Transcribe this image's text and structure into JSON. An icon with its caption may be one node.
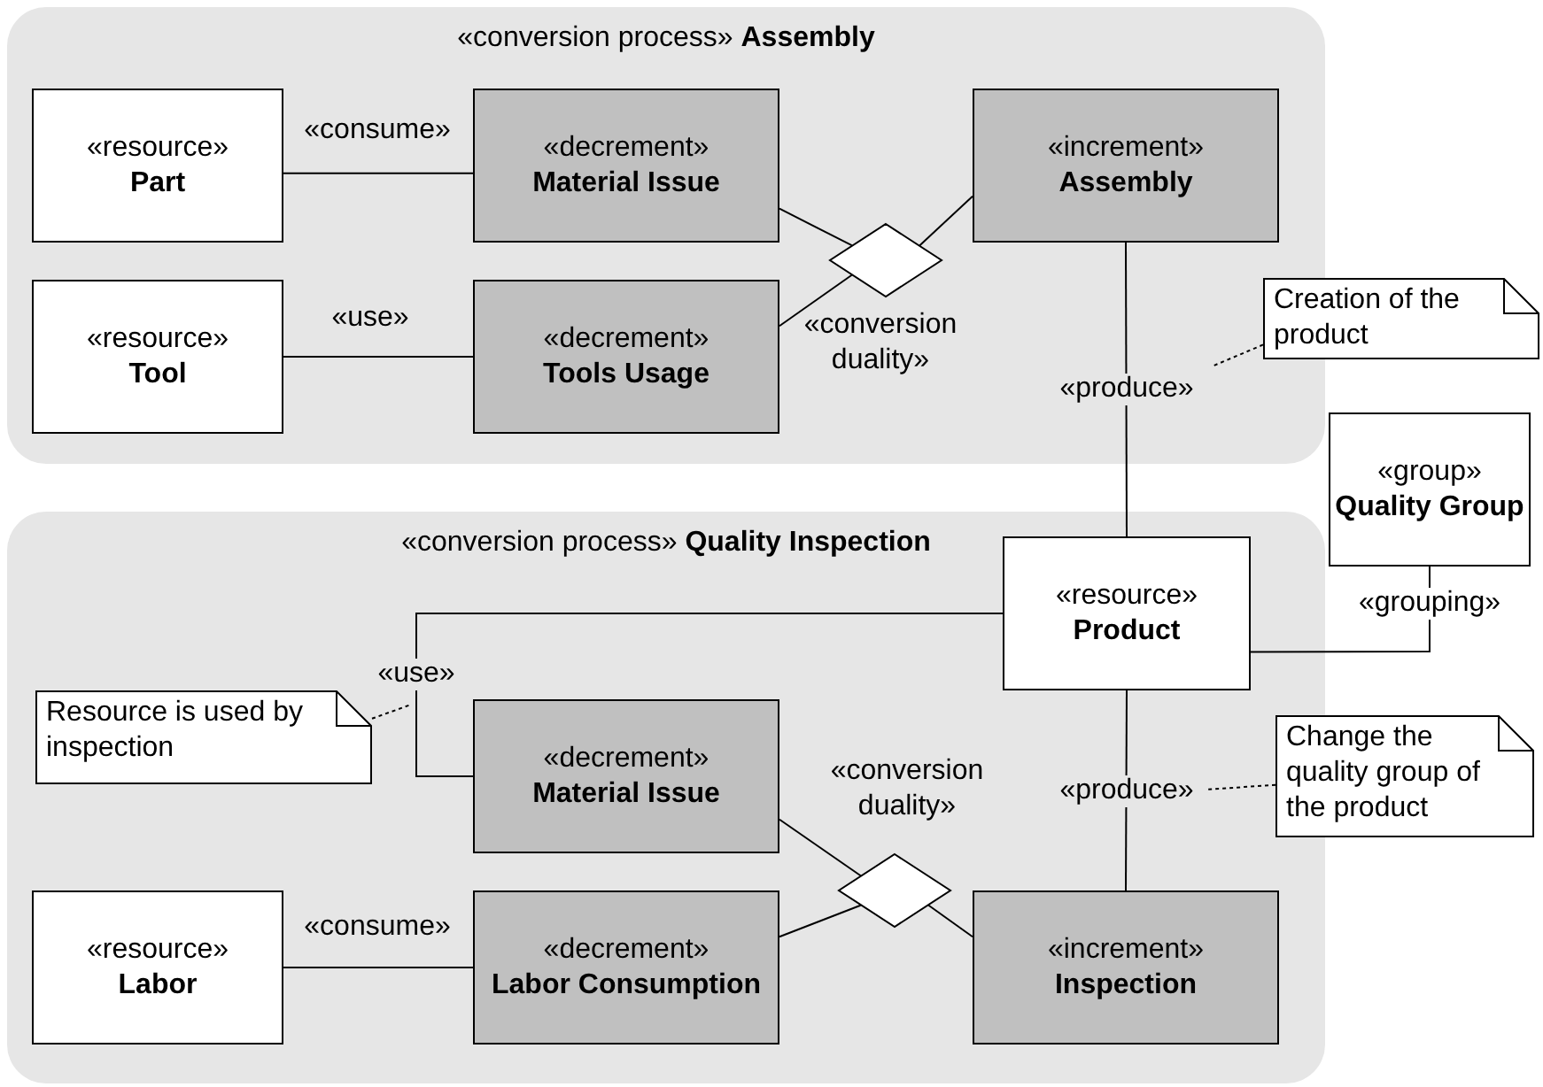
{
  "diagram": {
    "nodes": [
      {
        "text": [
          "«conversion process» **Assembly**"
        ]
      },
      {
        "text": [
          "«resource»",
          "Part"
        ],
        "in": 0
      },
      {
        "text": [
          "«decrement»",
          "Material Issue"
        ],
        "in": 0
      },
      {
        "text": [
          "«increment»",
          "Assembly"
        ],
        "in": 0
      },
      {
        "text": [
          "«resource»",
          "Tool"
        ],
        "in": 0
      },
      {
        "text": [
          "«decrement»",
          "Tools Usage"
        ],
        "in": 0
      },
      {
        "text": [],
        "shape": "diamond",
        "beside": [
          "«conversion duality»"
        ],
        "in": 0
      },
      {
        "text": [
          "Creation of the product"
        ]
      },
      {
        "text": [
          "«group»",
          "Quality Group"
        ]
      },
      {
        "text": [
          "«conversion process» **Quality Inspection**"
        ]
      },
      {
        "text": [
          "«resource»",
          "Product"
        ],
        "in": 9
      },
      {
        "text": [
          "Resource is used by inspection"
        ],
        "in": 9
      },
      {
        "text": [
          "«decrement»",
          "Material Issue"
        ],
        "in": 9
      },
      {
        "text": [],
        "shape": "diamond",
        "beside": [
          "«conversion duality»"
        ],
        "in": 9
      },
      {
        "text": [
          "«resource»",
          "Labor"
        ],
        "in": 9
      },
      {
        "text": [
          "«decrement»",
          "Labor Consumption"
        ],
        "in": 9
      },
      {
        "text": [
          "«increment»",
          "Inspection"
        ],
        "in": 9
      },
      {
        "text": [
          "Change the quality group of the product"
        ]
      }
    ],
    "edges": [
      {
        "from": 1,
        "to": 2,
        "arrow": "none",
        "label": "«consume»"
      },
      {
        "from": 4,
        "to": 5,
        "arrow": "none",
        "label": "«use»"
      },
      {
        "from": 2,
        "to": 6,
        "arrow": "none"
      },
      {
        "from": 5,
        "to": 6,
        "arrow": "none"
      },
      {
        "from": 6,
        "to": 3,
        "arrow": "none"
      },
      {
        "from": 3,
        "to": 10,
        "arrow": "none",
        "label": "«produce»"
      },
      {
        "from": 7,
        "to": null,
        "arrow": "none",
        "style": "dashed"
      },
      {
        "from": 10,
        "to": 8,
        "arrow": "none",
        "label": "«grouping»"
      },
      {
        "from": 10,
        "to": 12,
        "arrow": "none",
        "label": "«use»"
      },
      {
        "from": 11,
        "to": null,
        "arrow": "none",
        "style": "dashed"
      },
      {
        "from": 12,
        "to": 13,
        "arrow": "none"
      },
      {
        "from": 15,
        "to": 13,
        "arrow": "none"
      },
      {
        "from": 13,
        "to": 16,
        "arrow": "none"
      },
      {
        "from": 14,
        "to": 15,
        "arrow": "none",
        "label": "«consume»"
      },
      {
        "from": 10,
        "to": 16,
        "arrow": "none",
        "label": "«produce»"
      },
      {
        "from": 17,
        "to": null,
        "arrow": "none",
        "style": "dashed"
      }
    ]
  }
}
